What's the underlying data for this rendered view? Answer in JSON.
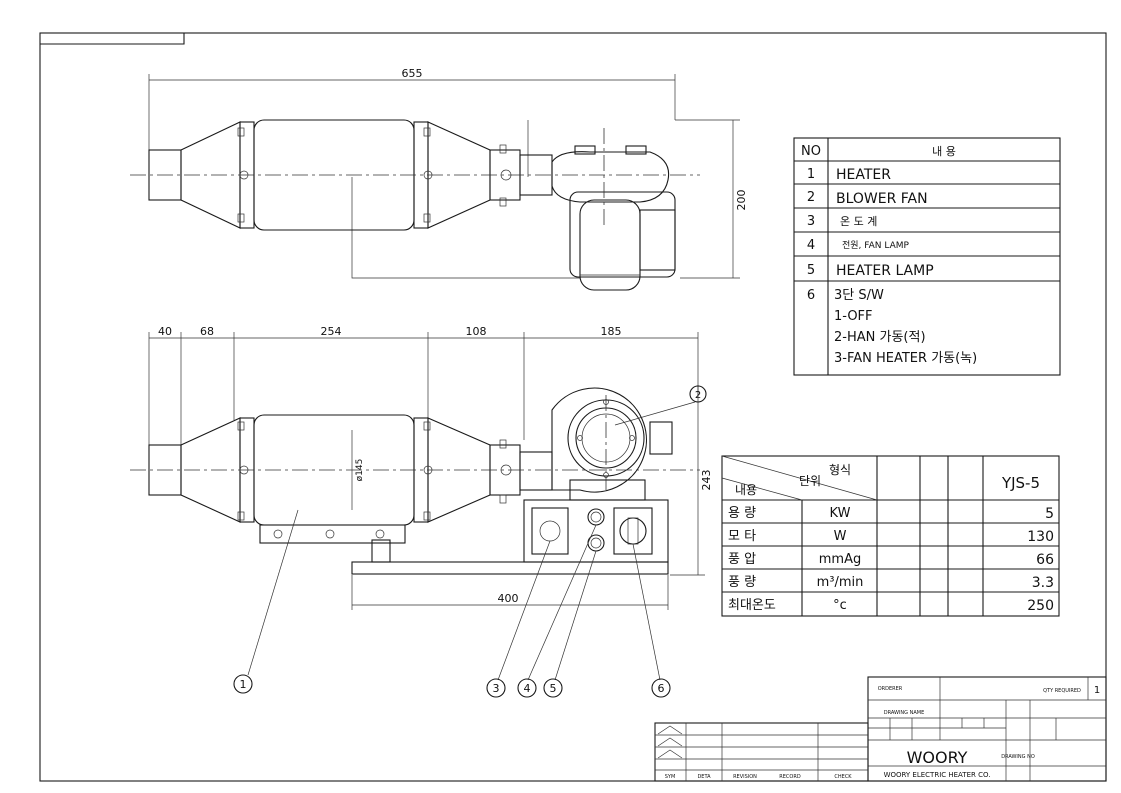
{
  "dimensions": {
    "top_length": "655",
    "top_height": "200",
    "d1": "40",
    "d2": "68",
    "d3": "254",
    "d4": "108",
    "d5": "185",
    "side_height": "243",
    "base_length": "400",
    "diameter": "ø145"
  },
  "balloons": [
    "1",
    "2",
    "3",
    "4",
    "5",
    "6"
  ],
  "parts_table": {
    "header_no": "NO",
    "header_content": "내          용",
    "rows": [
      {
        "no": "1",
        "lines": [
          "HEATER"
        ]
      },
      {
        "no": "2",
        "lines": [
          "BLOWER FAN"
        ]
      },
      {
        "no": "3",
        "lines": [
          "온 도 계"
        ]
      },
      {
        "no": "4",
        "lines": [
          "전원, FAN LAMP"
        ]
      },
      {
        "no": "5",
        "lines": [
          "HEATER LAMP"
        ]
      },
      {
        "no": "6",
        "lines": [
          "3단 S/W",
          "1-OFF",
          "2-HAN 가동(적)",
          "3-FAN HEATER 가동(녹)"
        ]
      }
    ]
  },
  "spec_table": {
    "corner_top": "형식",
    "corner_mid": "단위",
    "corner_left": "내용",
    "model": "YJS-5",
    "rows": [
      {
        "item": "용  량",
        "unit": "KW",
        "value": "5"
      },
      {
        "item": "모  타",
        "unit": "W",
        "value": "130"
      },
      {
        "item": "풍  압",
        "unit": "mmAg",
        "value": "66"
      },
      {
        "item": "풍  량",
        "unit": "m³/min",
        "value": "3.3"
      },
      {
        "item": "최대온도",
        "unit": "°c",
        "value": "250"
      }
    ]
  },
  "title_block": {
    "orderer": "ORDERER",
    "drawing_name": "DRAWING NAME",
    "qty": "QTY REQUIRED",
    "qty_value": "1",
    "company": "WOORY",
    "company_full": "WOORY ELECTRIC HEATER CO.",
    "drawing_no": "DRAWING NO",
    "revision_headers": [
      "SYM",
      "DETA",
      "REVISION",
      "RECORD",
      "CHECK"
    ]
  }
}
